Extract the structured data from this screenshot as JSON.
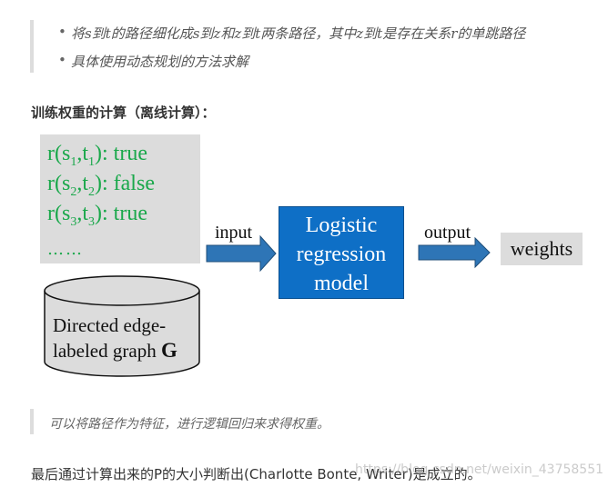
{
  "bullets": [
    "将s到t的路径细化成s到z和z到t两条路径，其中z到t是存在关系r的单跳路径",
    "具体使用动态规划的方法求解"
  ],
  "heading": "训练权重的计算（离线计算）：",
  "samples": [
    {
      "pre": "r(s",
      "i1": "1",
      "mid": ",t",
      "i2": "1",
      "post": "): true"
    },
    {
      "pre": "r(s",
      "i1": "2",
      "mid": ",t",
      "i2": "2",
      "post": "): false"
    },
    {
      "pre": "r(s",
      "i1": "3",
      "mid": ",t",
      "i2": "3",
      "post": "): true"
    }
  ],
  "samples_ellipsis": "……",
  "graph": {
    "line1": "Directed edge-",
    "line2": "labeled graph ",
    "symbol": "G"
  },
  "arrow_input": "input",
  "arrow_output": "output",
  "model": {
    "line1": "Logistic",
    "line2": "regression",
    "line3": "model"
  },
  "weights": "weights",
  "quote": "可以将路径作为特征，进行逻辑回归来求得权重。",
  "conclusion": "最后通过计算出来的P的大小判断出(Charlotte Bonte, Writer)是成立的。",
  "watermark": "https://blog.csdn.net/weixin_43758551",
  "colors": {
    "green_text": "#1aa84b",
    "model_blue": "#0e6fc6",
    "arrow_blue": "#2e75b6",
    "gray_box": "#dcdcdc"
  }
}
